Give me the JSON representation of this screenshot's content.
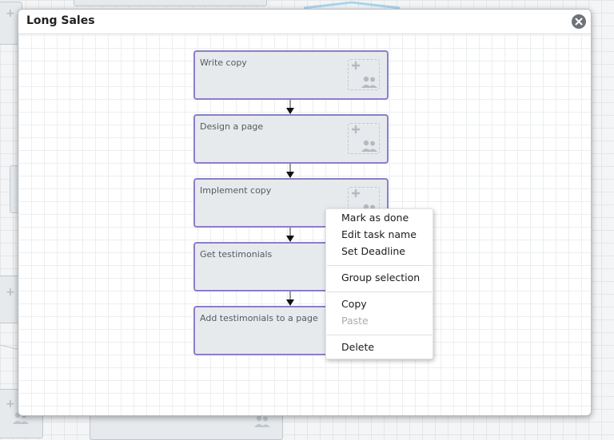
{
  "dialog": {
    "title": "Long Sales"
  },
  "tasks": [
    {
      "label": "Write copy"
    },
    {
      "label": "Design a page"
    },
    {
      "label": "Implement copy"
    },
    {
      "label": "Get testimonials"
    },
    {
      "label": "Add testimonials to a page"
    }
  ],
  "context_menu": {
    "mark_done": "Mark as done",
    "edit_name": "Edit task name",
    "set_deadline": "Set Deadline",
    "group_selection": "Group selection",
    "copy": "Copy",
    "paste": "Paste",
    "delete": "Delete"
  },
  "colors": {
    "task_border": "#8b7ec8",
    "task_fill": "#e6eaed",
    "close_button": "#6d7378"
  },
  "icons": [
    "close-icon",
    "plus-icon",
    "people-icon",
    "arrow-down-icon"
  ]
}
